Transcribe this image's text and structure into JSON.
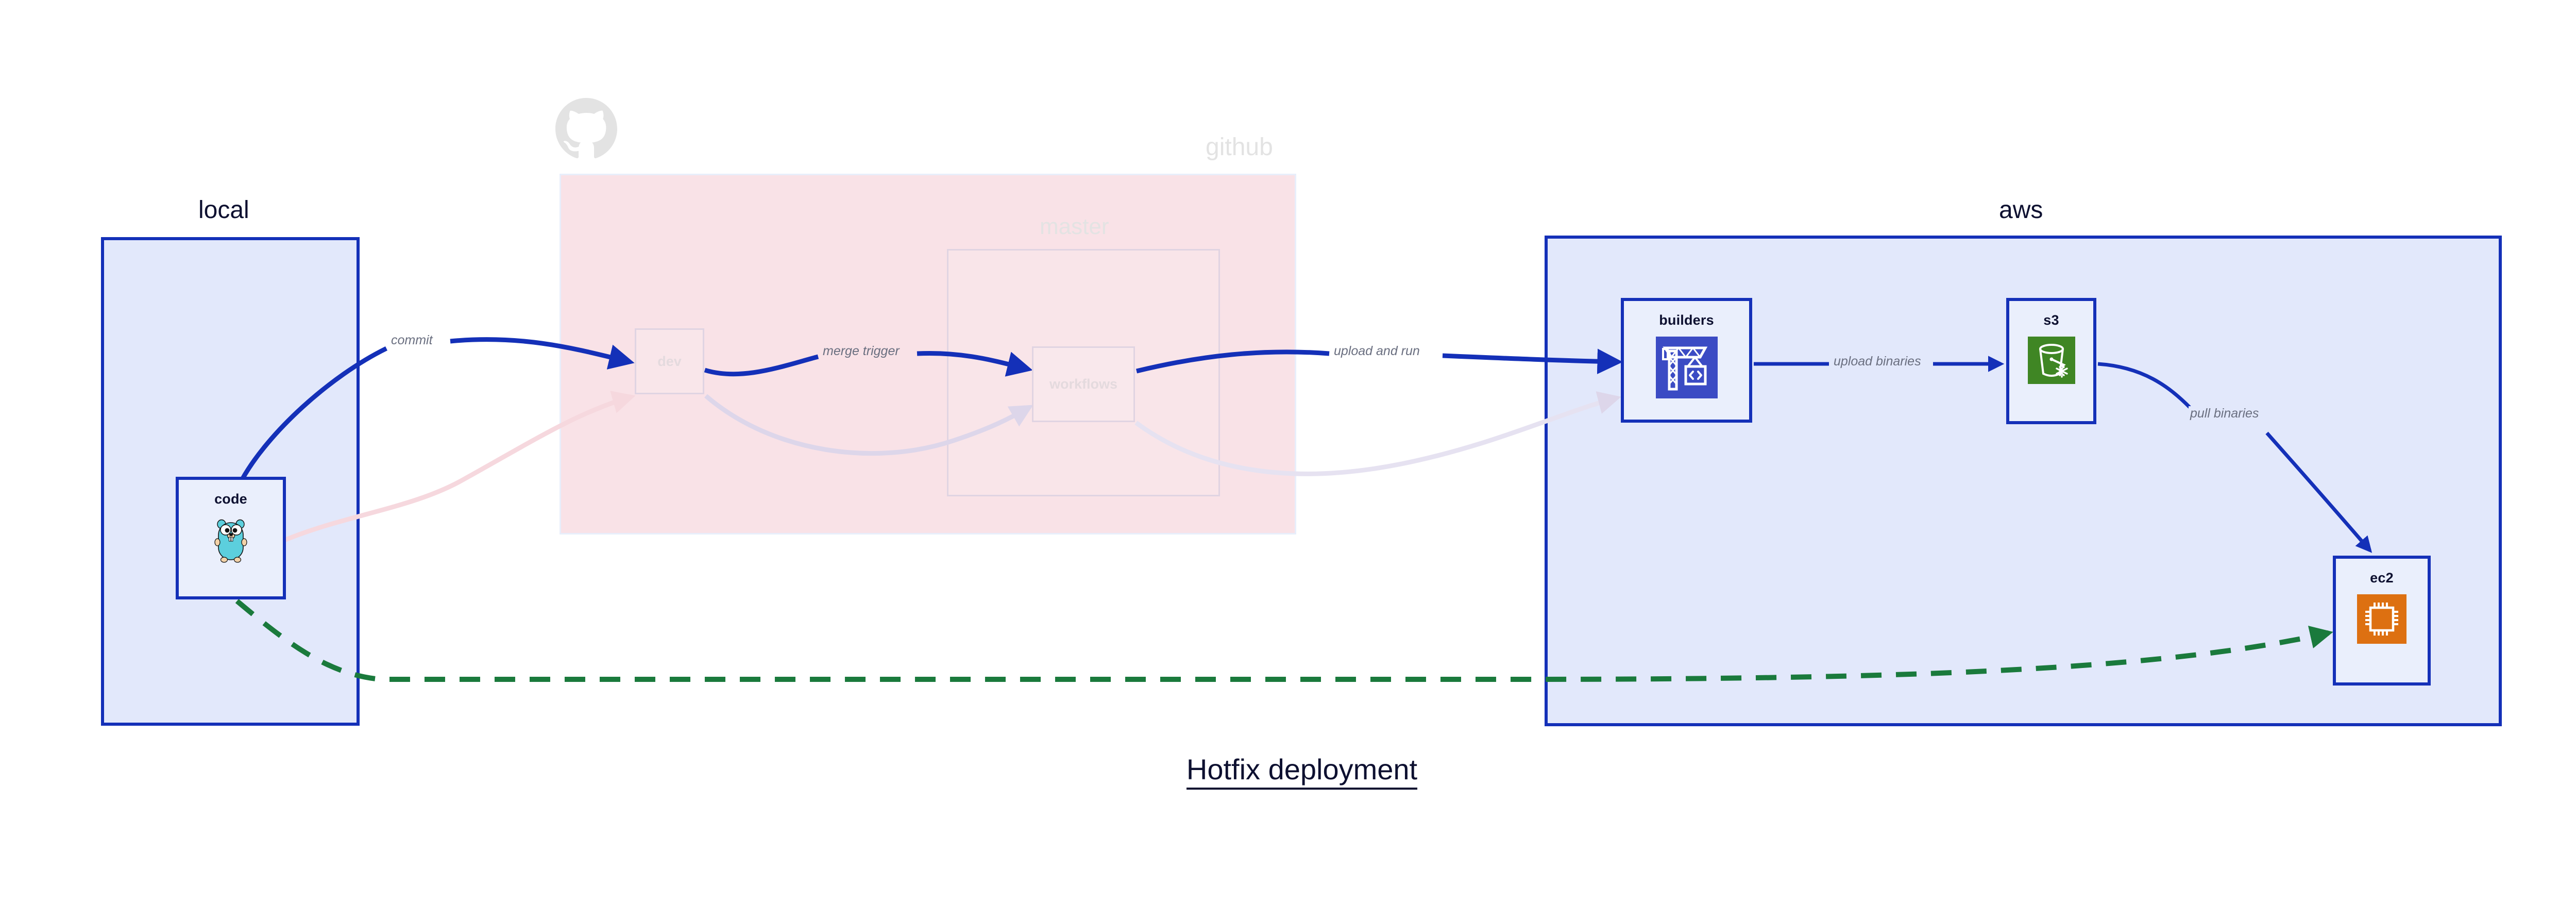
{
  "diagram": {
    "caption": "Hotfix deployment",
    "colors": {
      "accent_blue": "#1430b8",
      "group_blue_fill": "#e2e8fb",
      "github_pink_fill": "#f9e2e7",
      "muted_text": "#e3e3e3",
      "edge_label_text": "#6a6f80",
      "dashed_green": "#1a7a3c",
      "builders_icon_bg": "#3b4bc4",
      "s3_icon_bg": "#3f8624",
      "ec2_icon_bg": "#dd7011",
      "gopher_body": "#5ccfdd"
    },
    "groups": [
      {
        "id": "local",
        "label": "local",
        "state": "active"
      },
      {
        "id": "github",
        "label": "github",
        "state": "faded"
      },
      {
        "id": "master",
        "label": "master",
        "state": "faded"
      },
      {
        "id": "aws",
        "label": "aws",
        "state": "active"
      }
    ],
    "nodes": [
      {
        "id": "code",
        "label": "code",
        "icon": "go-gopher-icon",
        "state": "active",
        "group": "local"
      },
      {
        "id": "dev",
        "label": "dev",
        "icon": null,
        "state": "faded",
        "group": "github"
      },
      {
        "id": "workflows",
        "label": "workflows",
        "icon": null,
        "state": "faded",
        "group": "master"
      },
      {
        "id": "builders",
        "label": "builders",
        "icon": "aws-builders-icon",
        "state": "active",
        "group": "aws"
      },
      {
        "id": "s3",
        "label": "s3",
        "icon": "aws-s3-bucket-icon",
        "state": "active",
        "group": "aws"
      },
      {
        "id": "ec2",
        "label": "ec2",
        "icon": "aws-ec2-chip-icon",
        "state": "active",
        "group": "aws"
      }
    ],
    "edges": [
      {
        "id": "commit",
        "label": "commit",
        "from": "code",
        "to": "dev",
        "style": "solid-blue"
      },
      {
        "id": "merge-trigger",
        "label": "merge trigger",
        "from": "dev",
        "to": "workflows",
        "style": "solid-blue"
      },
      {
        "id": "upload-and-run",
        "label": "upload and run",
        "from": "workflows",
        "to": "builders",
        "style": "solid-blue"
      },
      {
        "id": "upload-binaries",
        "label": "upload binaries",
        "from": "builders",
        "to": "s3",
        "style": "solid-blue"
      },
      {
        "id": "pull-binaries",
        "label": "pull binaries",
        "from": "s3",
        "to": "ec2",
        "style": "solid-blue"
      },
      {
        "id": "hotfix-direct",
        "label": "",
        "from": "code",
        "to": "ec2",
        "style": "dashed-green"
      },
      {
        "id": "faded-code-dev",
        "label": "",
        "from": "code",
        "to": "dev",
        "style": "faded-pink"
      },
      {
        "id": "faded-dev-wf",
        "label": "",
        "from": "dev",
        "to": "workflows",
        "style": "faded-lilac"
      },
      {
        "id": "faded-wf-build",
        "label": "",
        "from": "workflows",
        "to": "builders",
        "style": "faded-lilac"
      }
    ],
    "icons": {
      "github_logo": "github-octocat-icon"
    }
  }
}
